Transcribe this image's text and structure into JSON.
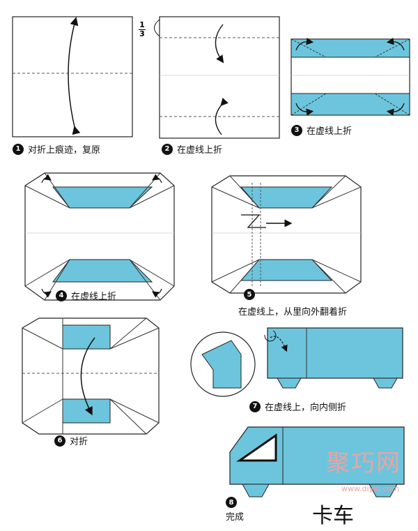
{
  "colors": {
    "paper_blue": "#6cc5dc",
    "outline": "#222222",
    "watermark": "#e9a4a4"
  },
  "fraction": {
    "numerator": "1",
    "denominator": "3"
  },
  "steps": [
    {
      "num": "1",
      "label": "对折上痕迹，复原"
    },
    {
      "num": "2",
      "label": "在虚线上折"
    },
    {
      "num": "3",
      "label": "在虚线上折"
    },
    {
      "num": "4",
      "label": "在虚线上折"
    },
    {
      "num": "5",
      "label": "在虚线上，从里向外翻着折"
    },
    {
      "num": "6",
      "label": "对折"
    },
    {
      "num": "7",
      "label": "在虚线上，向内侧折"
    },
    {
      "num": "8",
      "label": "完成"
    }
  ],
  "watermark": {
    "text": "聚巧网",
    "url": "www.diyiq.com"
  },
  "title": "卡车"
}
